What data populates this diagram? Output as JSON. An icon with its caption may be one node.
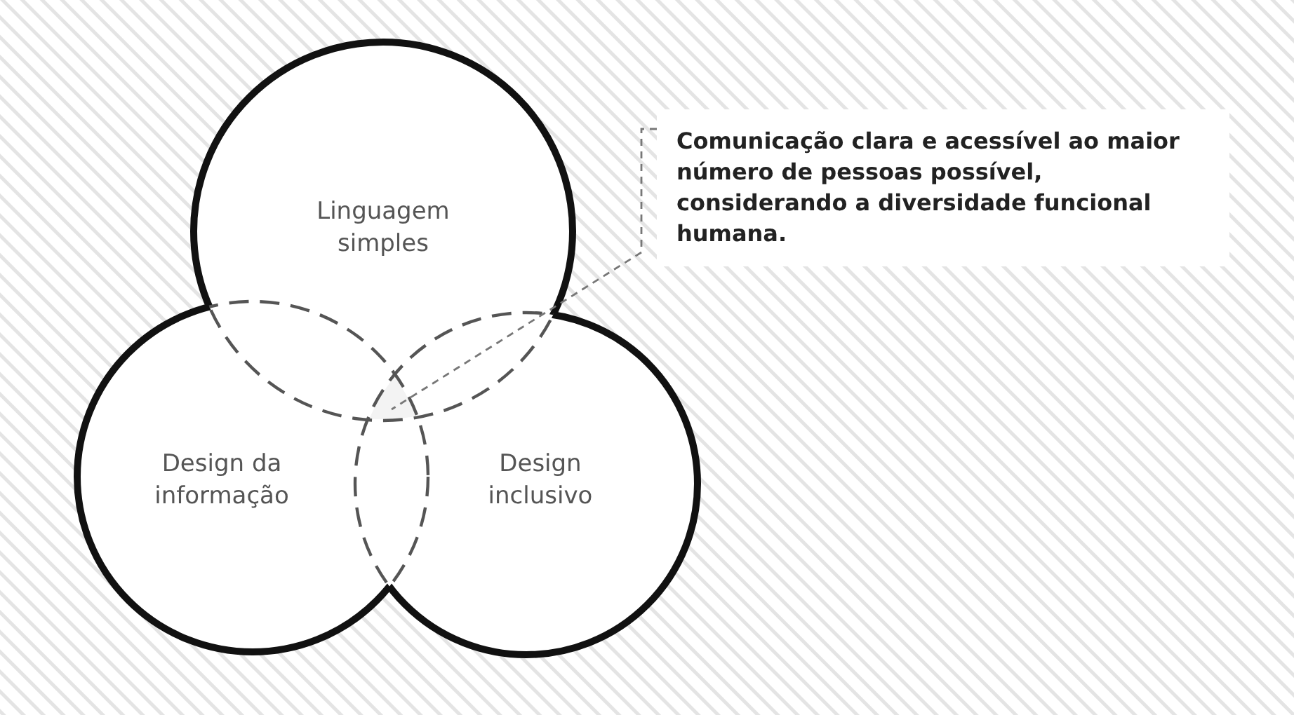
{
  "diagram": {
    "nodes": [
      {
        "text": [
          "Linguagem simples"
        ]
      },
      {
        "text": [
          "Design da informação"
        ]
      },
      {
        "text": [
          "Design inclusivo"
        ]
      },
      {
        "text": [
          "Comunicação clara e acessível ao maior número de pessoas possível, considerando a diversidade funcional humana."
        ]
      },
      {
        "text": [],
        "shape": "region"
      }
    ],
    "edges": [
      {
        "from": 3,
        "to": 4,
        "arrow": "none",
        "style": "dashed"
      }
    ]
  }
}
